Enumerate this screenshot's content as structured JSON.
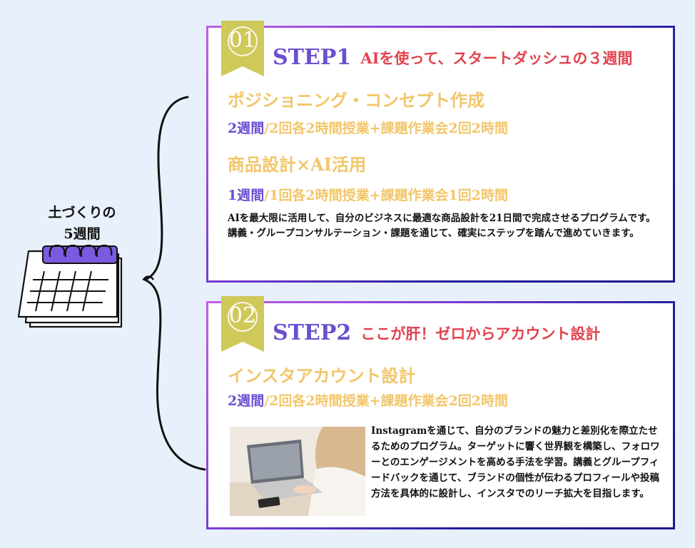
{
  "left": {
    "line1": "土づくりの",
    "line2": "5週間"
  },
  "colors": {
    "accent_purple": "#6a4fd0",
    "accent_red": "#e1434e",
    "accent_gold": "#f2c66a",
    "badge": "#cfc95a"
  },
  "steps": [
    {
      "badge": "01",
      "label": "STEP1",
      "subtitle": "AIを使って、スタートダッシュの３週間",
      "sections": [
        {
          "title": "ポジショニング・コンセプト作成",
          "duration": "2週間",
          "detail": "/2回各2時間授業+課題作業会2回2時間"
        },
        {
          "title": "商品設計×AI活用",
          "duration": "1週間",
          "detail": "/1回各2時間授業+課題作業会1回2時間"
        }
      ],
      "description": [
        "AIを最大限に活用して、自分のビジネスに最適な商品設計を21日間で完成させるプログラムです。",
        "講義・グループコンサルテーション・課題を通じて、確実にステップを踏んで進めていきます。"
      ]
    },
    {
      "badge": "02",
      "label": "STEP2",
      "subtitle": "ここが肝！ゼロからアカウント設計",
      "sections": [
        {
          "title": "インスタアカウント設計",
          "duration": "2週間",
          "detail": "/2回各2時間授業+課題作業会2回2時間"
        }
      ],
      "description": [
        "Instagramを通じて、自分のブランドの魅力と差別化を際立たせるためのプログラム。ターゲットに響く世界観を構築し、フォロワーとのエンゲージメントを高める手法を学習。講義とグループフィードバックを通じて、ブランドの個性が伝わるプロフィールや投稿方法を具体的に設計し、インスタでのリーチ拡大を目指します。"
      ]
    }
  ]
}
